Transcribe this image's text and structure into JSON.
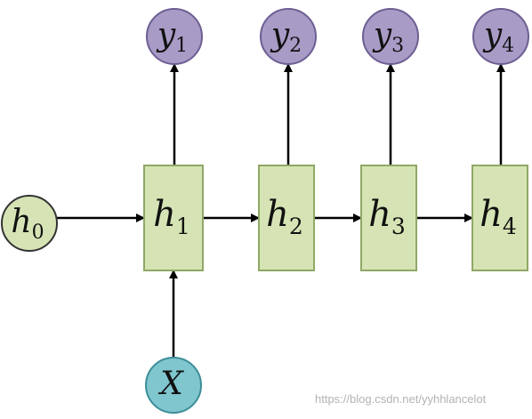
{
  "diagram": {
    "inputs": [
      {
        "id": "h0",
        "letter": "h",
        "subscript": "0"
      },
      {
        "id": "X",
        "letter": "X",
        "subscript": ""
      }
    ],
    "hidden_states": [
      {
        "id": "h1",
        "letter": "h",
        "subscript": "1"
      },
      {
        "id": "h2",
        "letter": "h",
        "subscript": "2"
      },
      {
        "id": "h3",
        "letter": "h",
        "subscript": "3"
      },
      {
        "id": "h4",
        "letter": "h",
        "subscript": "4"
      }
    ],
    "outputs": [
      {
        "id": "y1",
        "letter": "y",
        "subscript": "1"
      },
      {
        "id": "y2",
        "letter": "y",
        "subscript": "2"
      },
      {
        "id": "y3",
        "letter": "y",
        "subscript": "3"
      },
      {
        "id": "y4",
        "letter": "y",
        "subscript": "4"
      }
    ],
    "edges": [
      {
        "from": "h0",
        "to": "h1"
      },
      {
        "from": "X",
        "to": "h1"
      },
      {
        "from": "h1",
        "to": "h2"
      },
      {
        "from": "h2",
        "to": "h3"
      },
      {
        "from": "h3",
        "to": "h4"
      },
      {
        "from": "h1",
        "to": "y1"
      },
      {
        "from": "h2",
        "to": "y2"
      },
      {
        "from": "h3",
        "to": "y3"
      },
      {
        "from": "h4",
        "to": "y4"
      }
    ],
    "colors": {
      "hidden_fill": "#d6e4b5",
      "hidden_stroke": "#8fa866",
      "h0_fill": "#d6e4b5",
      "output_fill": "#a89bc6",
      "output_stroke": "#6d5f93",
      "input_fill": "#7fc6cf",
      "input_stroke": "#3d8e98",
      "edge": "#000000"
    }
  },
  "watermark": "https://blog.csdn.net/yyhhlancelot"
}
